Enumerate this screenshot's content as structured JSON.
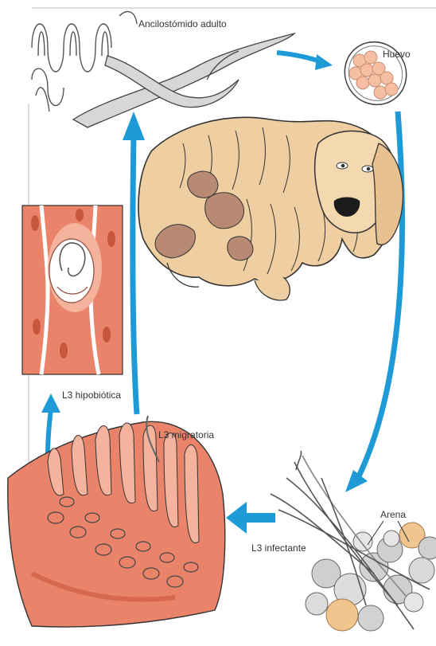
{
  "labels": {
    "adult": "Ancilostómido adulto",
    "egg": "Huevo",
    "l3_hypobiotic": "L3 hipobiótica",
    "l3_migratory": "L3 migratoria",
    "sand": "Arena",
    "l3_infective": "L3 infectante"
  },
  "colors": {
    "arrow": "#1e9ad6",
    "fur": "#efcfa2",
    "fur_dark": "#d9b27b",
    "tissue": "#e9846a",
    "tissue_light": "#f5b29c",
    "tissue_dark": "#c8553d",
    "worm": "#d7d7d7",
    "egg_cell": "#f6bfa4",
    "sand_grain": "#cfcfcf",
    "sand_tan": "#f0c58e",
    "outline": "#333333"
  },
  "icons": [
    "adult-worm-icon",
    "egg-icon",
    "dog-icon",
    "intestine-icon",
    "blood-vessel-icon",
    "sand-icon",
    "larva-icon"
  ]
}
